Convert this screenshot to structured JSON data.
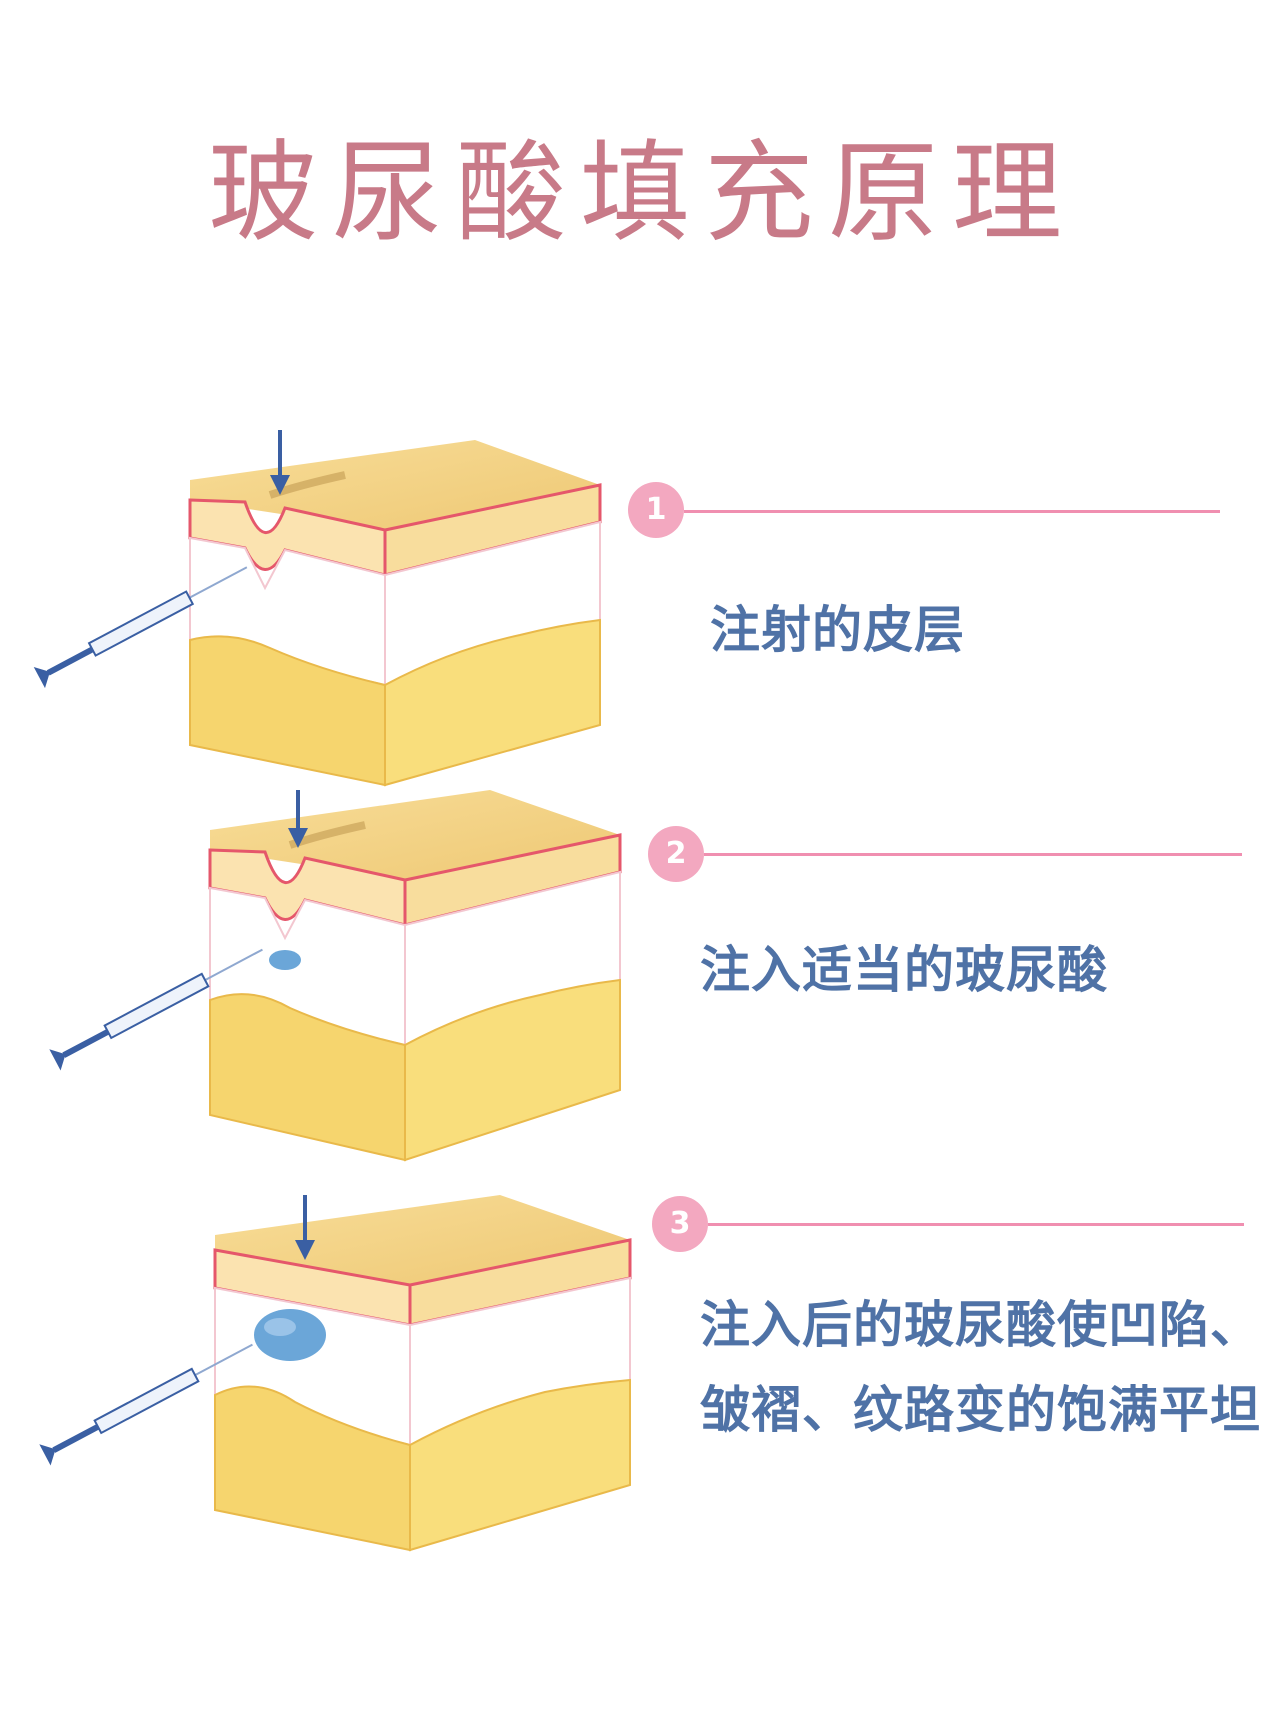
{
  "title": "玻尿酸填充原理",
  "colors": {
    "title": "#c87a88",
    "step_marker": "#f3a8c0",
    "step_line": "#f08fb0",
    "step_text": "#4f72a6",
    "skin_top": "#f3d58d",
    "skin_side": "#f8e2a5",
    "dermis_edge": "#e5576b",
    "fat": "#f6d56e",
    "needle": "#3a5fa3",
    "filler": "#6ba6d8"
  },
  "steps": [
    {
      "number": "1",
      "lines": [
        "注射的皮层"
      ]
    },
    {
      "number": "2",
      "lines": [
        "注入适当的玻尿酸"
      ]
    },
    {
      "number": "3",
      "lines": [
        "注入后的玻尿酸使凹陷、",
        "皱褶、纹路变的饱满平坦"
      ]
    }
  ]
}
